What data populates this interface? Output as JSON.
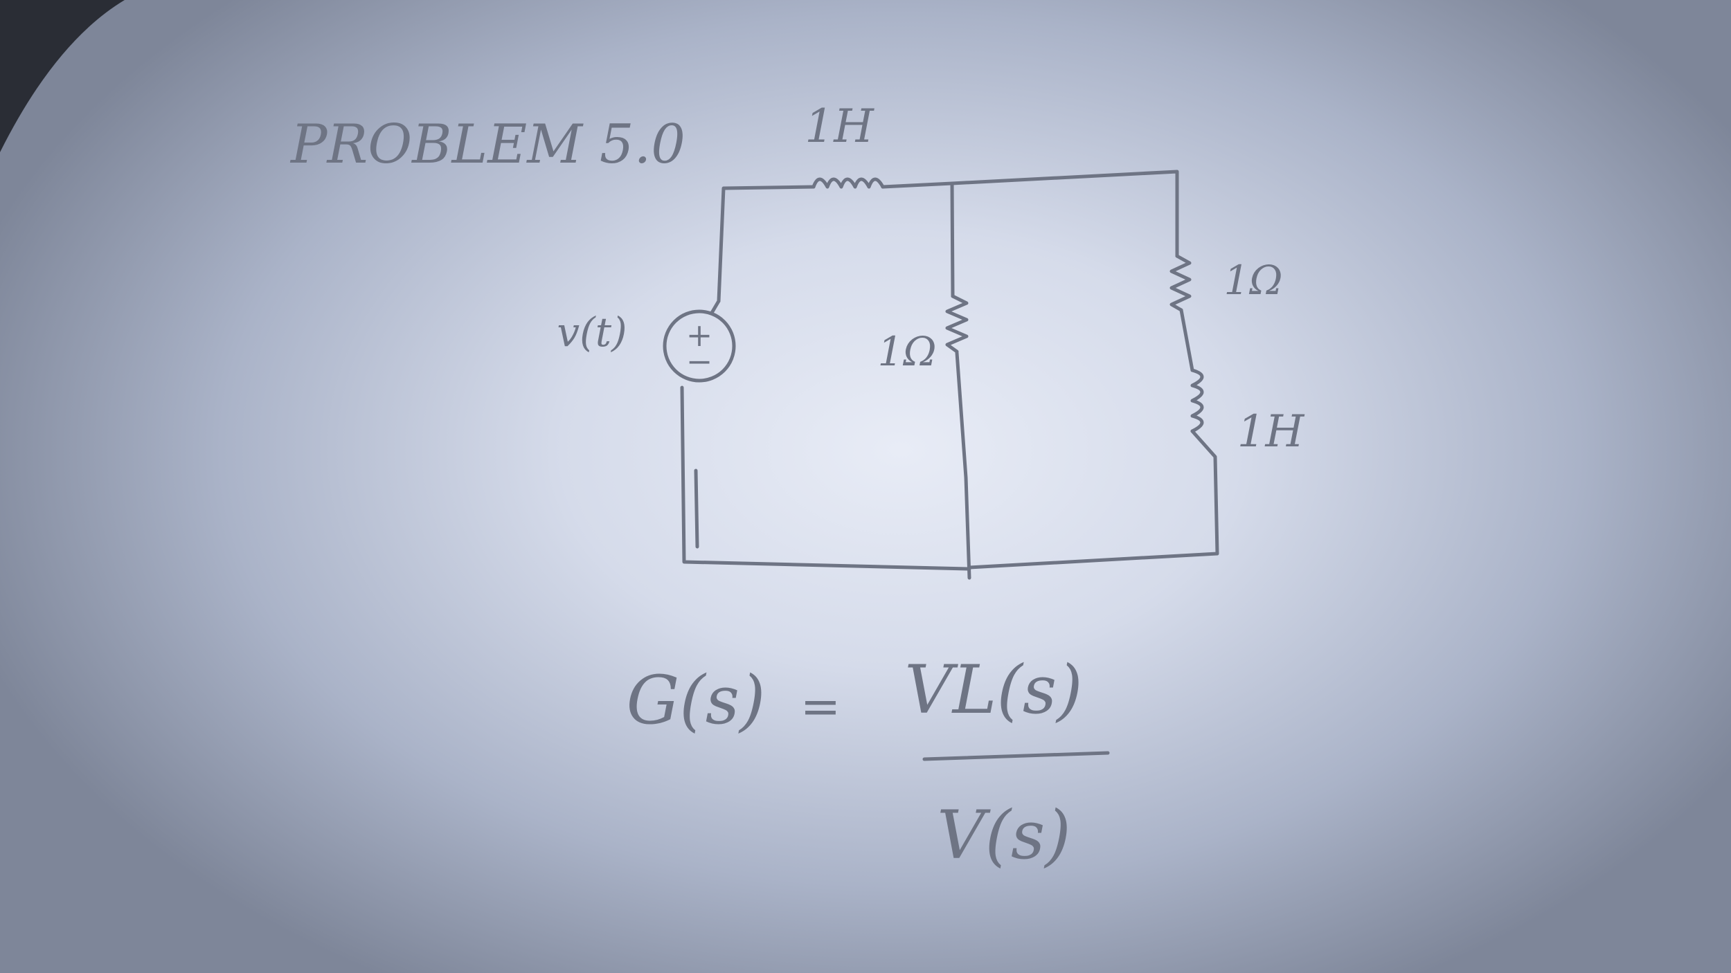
{
  "problem_title": "PROBLEM 5.0",
  "source_label": "v(t)",
  "source_polarity_plus": "+",
  "source_polarity_minus": "−",
  "inductor_top_label": "1H",
  "resistor_mid_label": "1Ω",
  "resistor_right_label": "1Ω",
  "inductor_right_label": "1H",
  "formula": {
    "lhs": "G(s)",
    "eq": "=",
    "numerator": "VL(s)",
    "denominator": "V(s)"
  }
}
